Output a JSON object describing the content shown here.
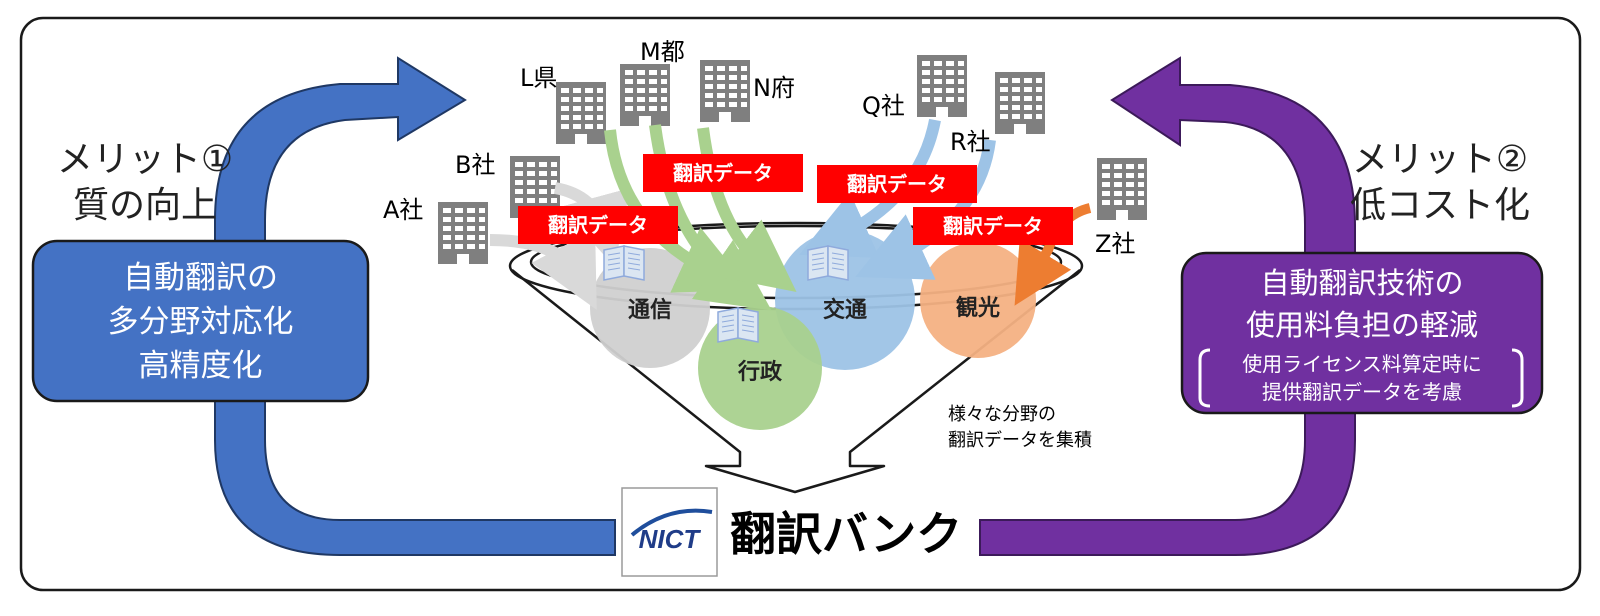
{
  "left": {
    "merit_title": "メリット①",
    "merit_subtitle": "質の向上",
    "box_lines": [
      "自動翻訳の",
      "多分野対応化",
      "高精度化"
    ]
  },
  "right": {
    "merit_title": "メリット②",
    "merit_subtitle": "低コスト化",
    "box_lines": [
      "自動翻訳技術の",
      "使用料負担の軽減"
    ],
    "note_lines": [
      "使用ライセンス料算定時に",
      "提供翻訳データを考慮"
    ]
  },
  "organizations": {
    "a": "A社",
    "b": "B社",
    "l": "L県",
    "m": "M都",
    "n": "N府",
    "q": "Q社",
    "r": "R社",
    "z": "Z社"
  },
  "data_tags": [
    "翻訳データ",
    "翻訳データ",
    "翻訳データ",
    "翻訳データ"
  ],
  "fields": {
    "communication": "通信",
    "administration": "行政",
    "transport": "交通",
    "tourism": "観光"
  },
  "accumulation_note": [
    "様々な分野の",
    "翻訳データを集積"
  ],
  "bank": {
    "logo_text": "NICT",
    "title": "翻訳バンク"
  },
  "colors": {
    "left_arrow": "#4472c4",
    "right_arrow": "#7030a0",
    "tag_red": "#ff0000",
    "green": "#a9d18e",
    "light_blue": "#9dc3e6",
    "orange": "#ed7d31",
    "gray": "#d9d9d9"
  }
}
